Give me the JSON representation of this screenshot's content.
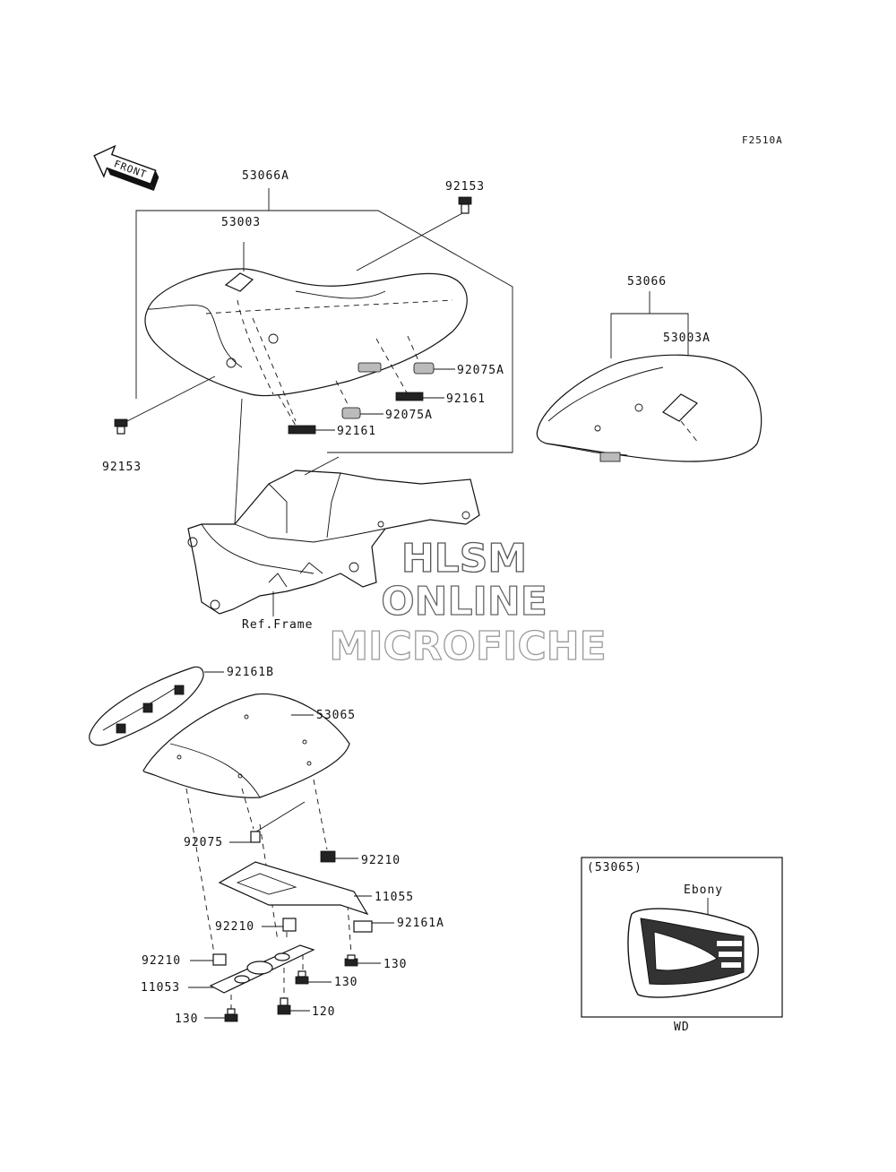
{
  "figure_code": "F2510A",
  "front_label": "FRONT",
  "watermark": {
    "line1": "HLSM",
    "line2": "ONLINE",
    "line3": "MICROFICHE"
  },
  "labels": {
    "p53066A": "53066A",
    "p92153_top": "92153",
    "p53003": "53003",
    "p92075A_a": "92075A",
    "p92161_a": "92161",
    "p92075A_b": "92075A",
    "p92161_b": "92161",
    "p92153_bottom": "92153",
    "p53066": "53066",
    "p53003A": "53003A",
    "ref_frame": "Ref.Frame",
    "p92161B": "92161B",
    "p53065": "53065",
    "p92075": "92075",
    "p92210_a": "92210",
    "p11055": "11055",
    "p92210_b": "92210",
    "p92161A": "92161A",
    "p92210_c": "92210",
    "p130_a": "130",
    "p11053": "11053",
    "p130_b": "130",
    "p130_c": "130",
    "p120": "120"
  },
  "inset": {
    "title": "(53065)",
    "color_label": "Ebony",
    "caption": "WD"
  }
}
